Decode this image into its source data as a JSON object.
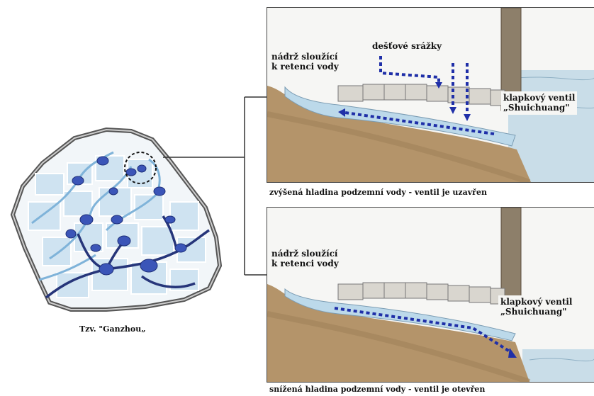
{
  "map": {
    "caption": "Tzv. \"Ganzhou„"
  },
  "top_panel": {
    "reservoir_label_line1": "nádrž sloužící",
    "reservoir_label_line2": "k retenci vody",
    "rain_label": "dešťové srážky",
    "valve_label_line1": "klapkový ventil",
    "valve_label_line2": "„Shuichuang\"",
    "caption": "zvýšená hladina podzemní vody - ventil je uzavřen"
  },
  "bottom_panel": {
    "reservoir_label_line1": "nádrž sloužící",
    "reservoir_label_line2": "k retenci vody",
    "valve_label_line1": "klapkový ventil",
    "valve_label_line2": "„Shuichuang\"",
    "caption": "snížená hladina podzemní vody - ventil je otevřen"
  },
  "colors": {
    "arrow": "#1f2fa8",
    "water": "#bcd9ea",
    "soil": "#b7986d",
    "map_light_channels": "#8fc0e0",
    "map_dark_channels": "#26357a"
  }
}
